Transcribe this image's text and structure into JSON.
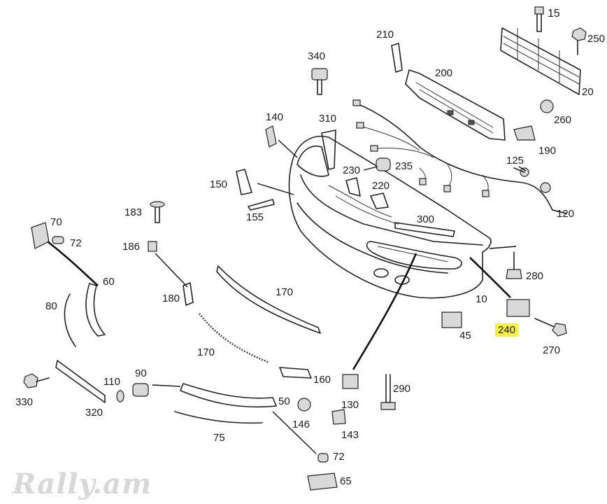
{
  "watermark": "Rally.am",
  "highlight_color": "#f5f040",
  "labels": {
    "p15": "15",
    "p250": "250",
    "p210": "210",
    "p200": "200",
    "p20": "20",
    "p340": "340",
    "p260": "260",
    "p140": "140",
    "p310": "310",
    "p190": "190",
    "p230": "230",
    "p235": "235",
    "p125": "125",
    "p150": "150",
    "p220": "220",
    "p183": "183",
    "p155": "155",
    "p120": "120",
    "p70a": "70",
    "p72a": "72",
    "p300": "300",
    "p186": "186",
    "p280": "280",
    "p60": "60",
    "p170a": "170",
    "p180": "180",
    "p80": "80",
    "p10": "10",
    "p240": "240",
    "p45": "45",
    "p270": "270",
    "p170b": "170",
    "p110": "110",
    "p90": "90",
    "p160": "160",
    "p290": "290",
    "p330": "330",
    "p320": "320",
    "p50": "50",
    "p130": "130",
    "p146": "146",
    "p143": "143",
    "p75": "75",
    "p72b": "72",
    "p65": "65"
  }
}
